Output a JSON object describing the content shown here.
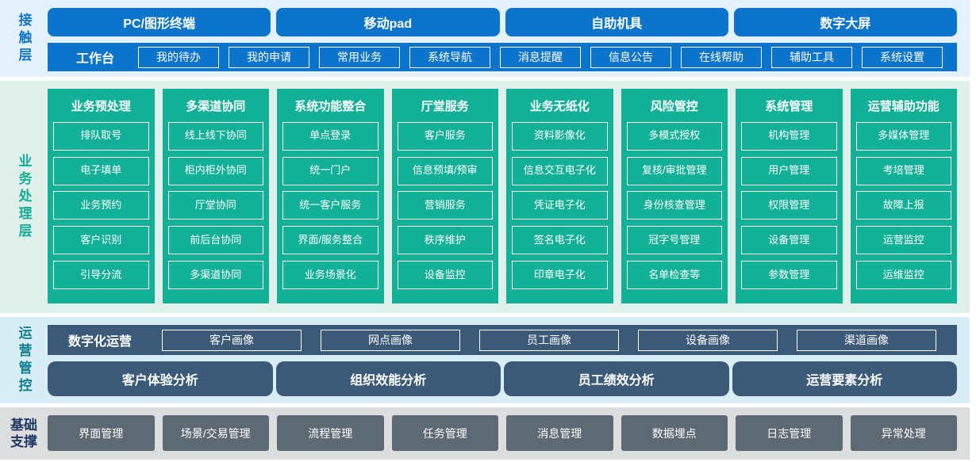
{
  "contact": {
    "label": "接触层",
    "terminals": [
      "PC/图形终端",
      "移动pad",
      "自助机具",
      "数字大屏"
    ],
    "workbench_label": "工作台",
    "workbench_items": [
      "我的待办",
      "我的申请",
      "常用业务",
      "系统导航",
      "消息提醒",
      "信息公告",
      "在线帮助",
      "辅助工具",
      "系统设置"
    ]
  },
  "business": {
    "label": "业务处理层",
    "columns": [
      {
        "title": "业务预处理",
        "items": [
          "排队取号",
          "电子填单",
          "业务预约",
          "客户识别",
          "引导分流"
        ]
      },
      {
        "title": "多渠道协同",
        "items": [
          "线上线下协同",
          "柜内柜外协同",
          "厅堂协同",
          "前后台协同",
          "多渠道协同"
        ]
      },
      {
        "title": "系统功能整合",
        "items": [
          "单点登录",
          "统一门户",
          "统一客户服务",
          "界面/服务整合",
          "业务场景化"
        ]
      },
      {
        "title": "厅堂服务",
        "items": [
          "客户服务",
          "信息预填/预审",
          "营销服务",
          "秩序维护",
          "设备监控"
        ]
      },
      {
        "title": "业务无纸化",
        "items": [
          "资料影像化",
          "信息交互电子化",
          "凭证电子化",
          "签名电子化",
          "印章电子化"
        ]
      },
      {
        "title": "风险管控",
        "items": [
          "多模式授权",
          "复核/审批管理",
          "身份核查管理",
          "冠字号管理",
          "名单检查等"
        ]
      },
      {
        "title": "系统管理",
        "items": [
          "机构管理",
          "用户管理",
          "权限管理",
          "设备管理",
          "参数管理"
        ]
      },
      {
        "title": "运营辅助功能",
        "items": [
          "多媒体管理",
          "考培管理",
          "故障上报",
          "运营监控",
          "运维监控"
        ]
      }
    ]
  },
  "operations": {
    "label": "运营管控",
    "digital_label": "数字化运营",
    "portraits": [
      "客户画像",
      "网点画像",
      "员工画像",
      "设备画像",
      "渠道画像"
    ],
    "analysis": [
      "客户体验分析",
      "组织效能分析",
      "员工绩效分析",
      "运营要素分析"
    ]
  },
  "foundation": {
    "label": "基础支撑",
    "items": [
      "界面管理",
      "场景/交易管理",
      "流程管理",
      "任务管理",
      "消息管理",
      "数据埋点",
      "日志管理",
      "异常处理"
    ]
  },
  "colors": {
    "blue": "#0d74cb",
    "teal": "#12b096",
    "slate": "#3a5a78",
    "gray": "#5d6973",
    "contact-bg": "#e3f1fa",
    "business-bg": "#def0e9",
    "operations-bg": "#d9edf6",
    "foundation-bg": "#dcdddd",
    "contact-label": "#1576c8",
    "business-label": "#12ae94",
    "operations-label": "#12808e",
    "foundation-label": "#1f3864"
  }
}
